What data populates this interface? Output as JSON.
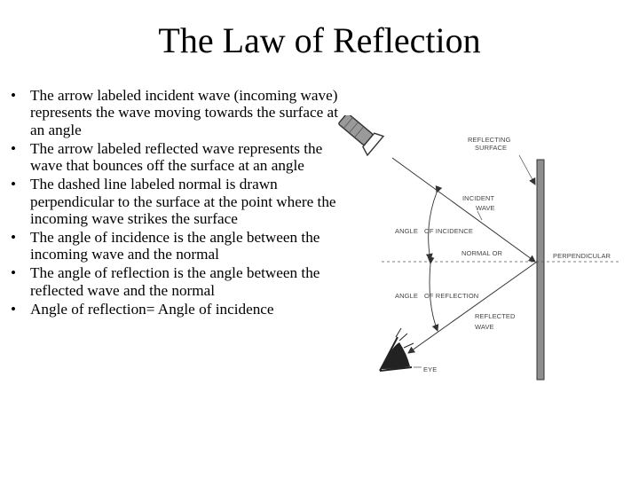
{
  "slide": {
    "title": "The Law of Reflection",
    "bullets": [
      "The arrow labeled incident wave (incoming wave) represents the wave moving towards the surface at an angle",
      "The arrow labeled reflected wave represents the wave that bounces off the surface at an angle",
      "The dashed line labeled normal is drawn perpendicular to the surface at the point where the incoming wave strikes the surface",
      "The angle of incidence is the angle between the incoming wave and the normal",
      "The angle of reflection is the angle between the reflected wave and the normal",
      "Angle of reflection= Angle of incidence"
    ]
  },
  "diagram": {
    "reflecting_surface_line1": "REFLECTING",
    "reflecting_surface_line2": "SURFACE",
    "incident_wave_line1": "INCIDENT",
    "incident_wave_line2": "WAVE",
    "angle_of_incidence_a": "ANGLE",
    "angle_of_incidence_b": "OF INCIDENCE",
    "normal_label": "NORMAL OR",
    "perpendicular_label": "PERPENDICULAR",
    "angle_of_reflection_a": "ANGLE",
    "angle_of_reflection_b": "OF REFLECTION",
    "reflected_wave_line1": "REFLECTED",
    "reflected_wave_line2": "WAVE",
    "eye_label": "EYE"
  }
}
